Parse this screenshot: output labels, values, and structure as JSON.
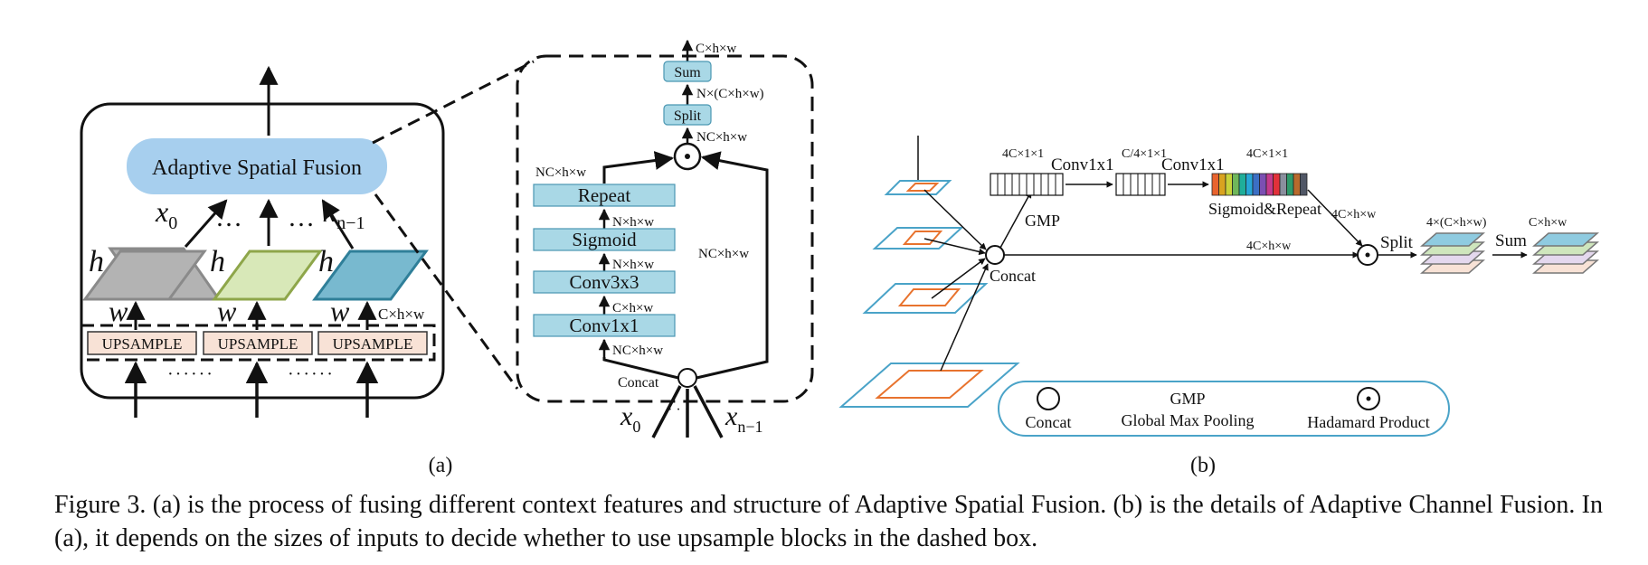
{
  "panel_a": {
    "asf_label": "Adaptive Spatial Fusion",
    "x_left": "x",
    "x_left_sub": "0",
    "dots": "…",
    "x_right": "x",
    "x_right_sub": "n−1",
    "h": "h",
    "w": "w",
    "c_hw": "C×h×w",
    "upsample": [
      "UPSAMPLE",
      "UPSAMPLE",
      "UPSAMPLE"
    ],
    "bottom_dots": "······",
    "sublabel": "(a)"
  },
  "asf_detail": {
    "out_label": "C×h×w",
    "sum": "Sum",
    "split_out": "N×(C×h×w)",
    "split": "Split",
    "had_in": "NC×h×w",
    "repeat_in": "NC×h×w",
    "repeat": "Repeat",
    "sig_out": "N×h×w",
    "sigmoid": "Sigmoid",
    "conv3_out": "N×h×w",
    "conv3": "Conv3x3",
    "conv1_out": "C×h×w",
    "conv1": "Conv1x1",
    "concat_out": "NC×h×w",
    "skip_label": "NC×h×w",
    "concat": "Concat",
    "x0": "x",
    "x0_sub": "0",
    "xn": "x",
    "xn_sub": "n−1",
    "dots": "· · ·"
  },
  "panel_b": {
    "gmp_dim": "4C×1×1",
    "conv1": "Conv1x1",
    "mid_dim": "C/4×1×1",
    "conv2": "Conv1x1",
    "out_dim": "4C×1×1",
    "gmp": "GMP",
    "sig_repeat": "Sigmoid&Repeat",
    "concat": "Concat",
    "main_dim": "4C×h×w",
    "had_dim": "4C×h×w",
    "split": "Split",
    "split_dim": "4×(C×h×w)",
    "sum": "Sum",
    "sum_dim": "C×h×w",
    "sublabel": "(b)",
    "colors": [
      "#e8632e",
      "#d9a31f",
      "#c8d23a",
      "#6fb75a",
      "#1fae9a",
      "#27a6d6",
      "#3b6fc4",
      "#7b4fb2",
      "#c43a8c",
      "#e2313a",
      "#8a8f9e",
      "#2f9a6b",
      "#b86a2c",
      "#505766"
    ]
  },
  "legend": {
    "concat": "Concat",
    "gmp": "GMP",
    "gmp_full": "Global Max Pooling",
    "hadamard": "Hadamard Product"
  },
  "caption": "Figure 3. (a) is the process of fusing different context features and structure of Adaptive Spatial Fusion. (b) is the details of Adaptive Channel Fusion. In (a), it depends on the sizes of inputs to decide whether to use upsample blocks in the dashed box."
}
